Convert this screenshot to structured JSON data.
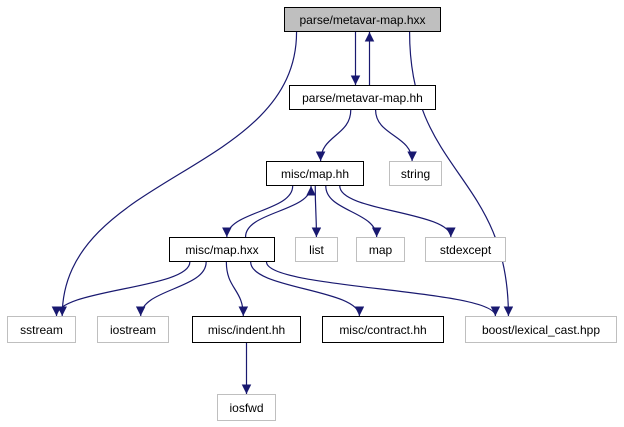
{
  "colors": {
    "edge": "#191970",
    "root_fill": "#bfbfbf",
    "solid_border": "#000000",
    "faint_border": "#bfbfbf"
  },
  "nodes": {
    "root": "parse/metavar-map.hxx",
    "metavar_hh": "parse/metavar-map.hh",
    "string": "string",
    "map_hh": "misc/map.hh",
    "map_hxx": "misc/map.hxx",
    "list": "list",
    "map": "map",
    "stdexcept": "stdexcept",
    "sstream": "sstream",
    "iostream": "iostream",
    "indent": "misc/indent.hh",
    "contract": "misc/contract.hh",
    "lexical_cast": "boost/lexical_cast.hpp",
    "iosfwd": "iosfwd"
  },
  "edges": [
    [
      "root",
      "metavar_hh"
    ],
    [
      "metavar_hh",
      "root"
    ],
    [
      "root",
      "sstream"
    ],
    [
      "root",
      "lexical_cast"
    ],
    [
      "metavar_hh",
      "map_hh"
    ],
    [
      "metavar_hh",
      "string"
    ],
    [
      "map_hh",
      "map_hxx"
    ],
    [
      "map_hxx",
      "map_hh"
    ],
    [
      "map_hh",
      "list"
    ],
    [
      "map_hh",
      "map"
    ],
    [
      "map_hh",
      "stdexcept"
    ],
    [
      "map_hxx",
      "sstream"
    ],
    [
      "map_hxx",
      "iostream"
    ],
    [
      "map_hxx",
      "indent"
    ],
    [
      "map_hxx",
      "contract"
    ],
    [
      "map_hxx",
      "lexical_cast"
    ],
    [
      "indent",
      "iosfwd"
    ]
  ]
}
